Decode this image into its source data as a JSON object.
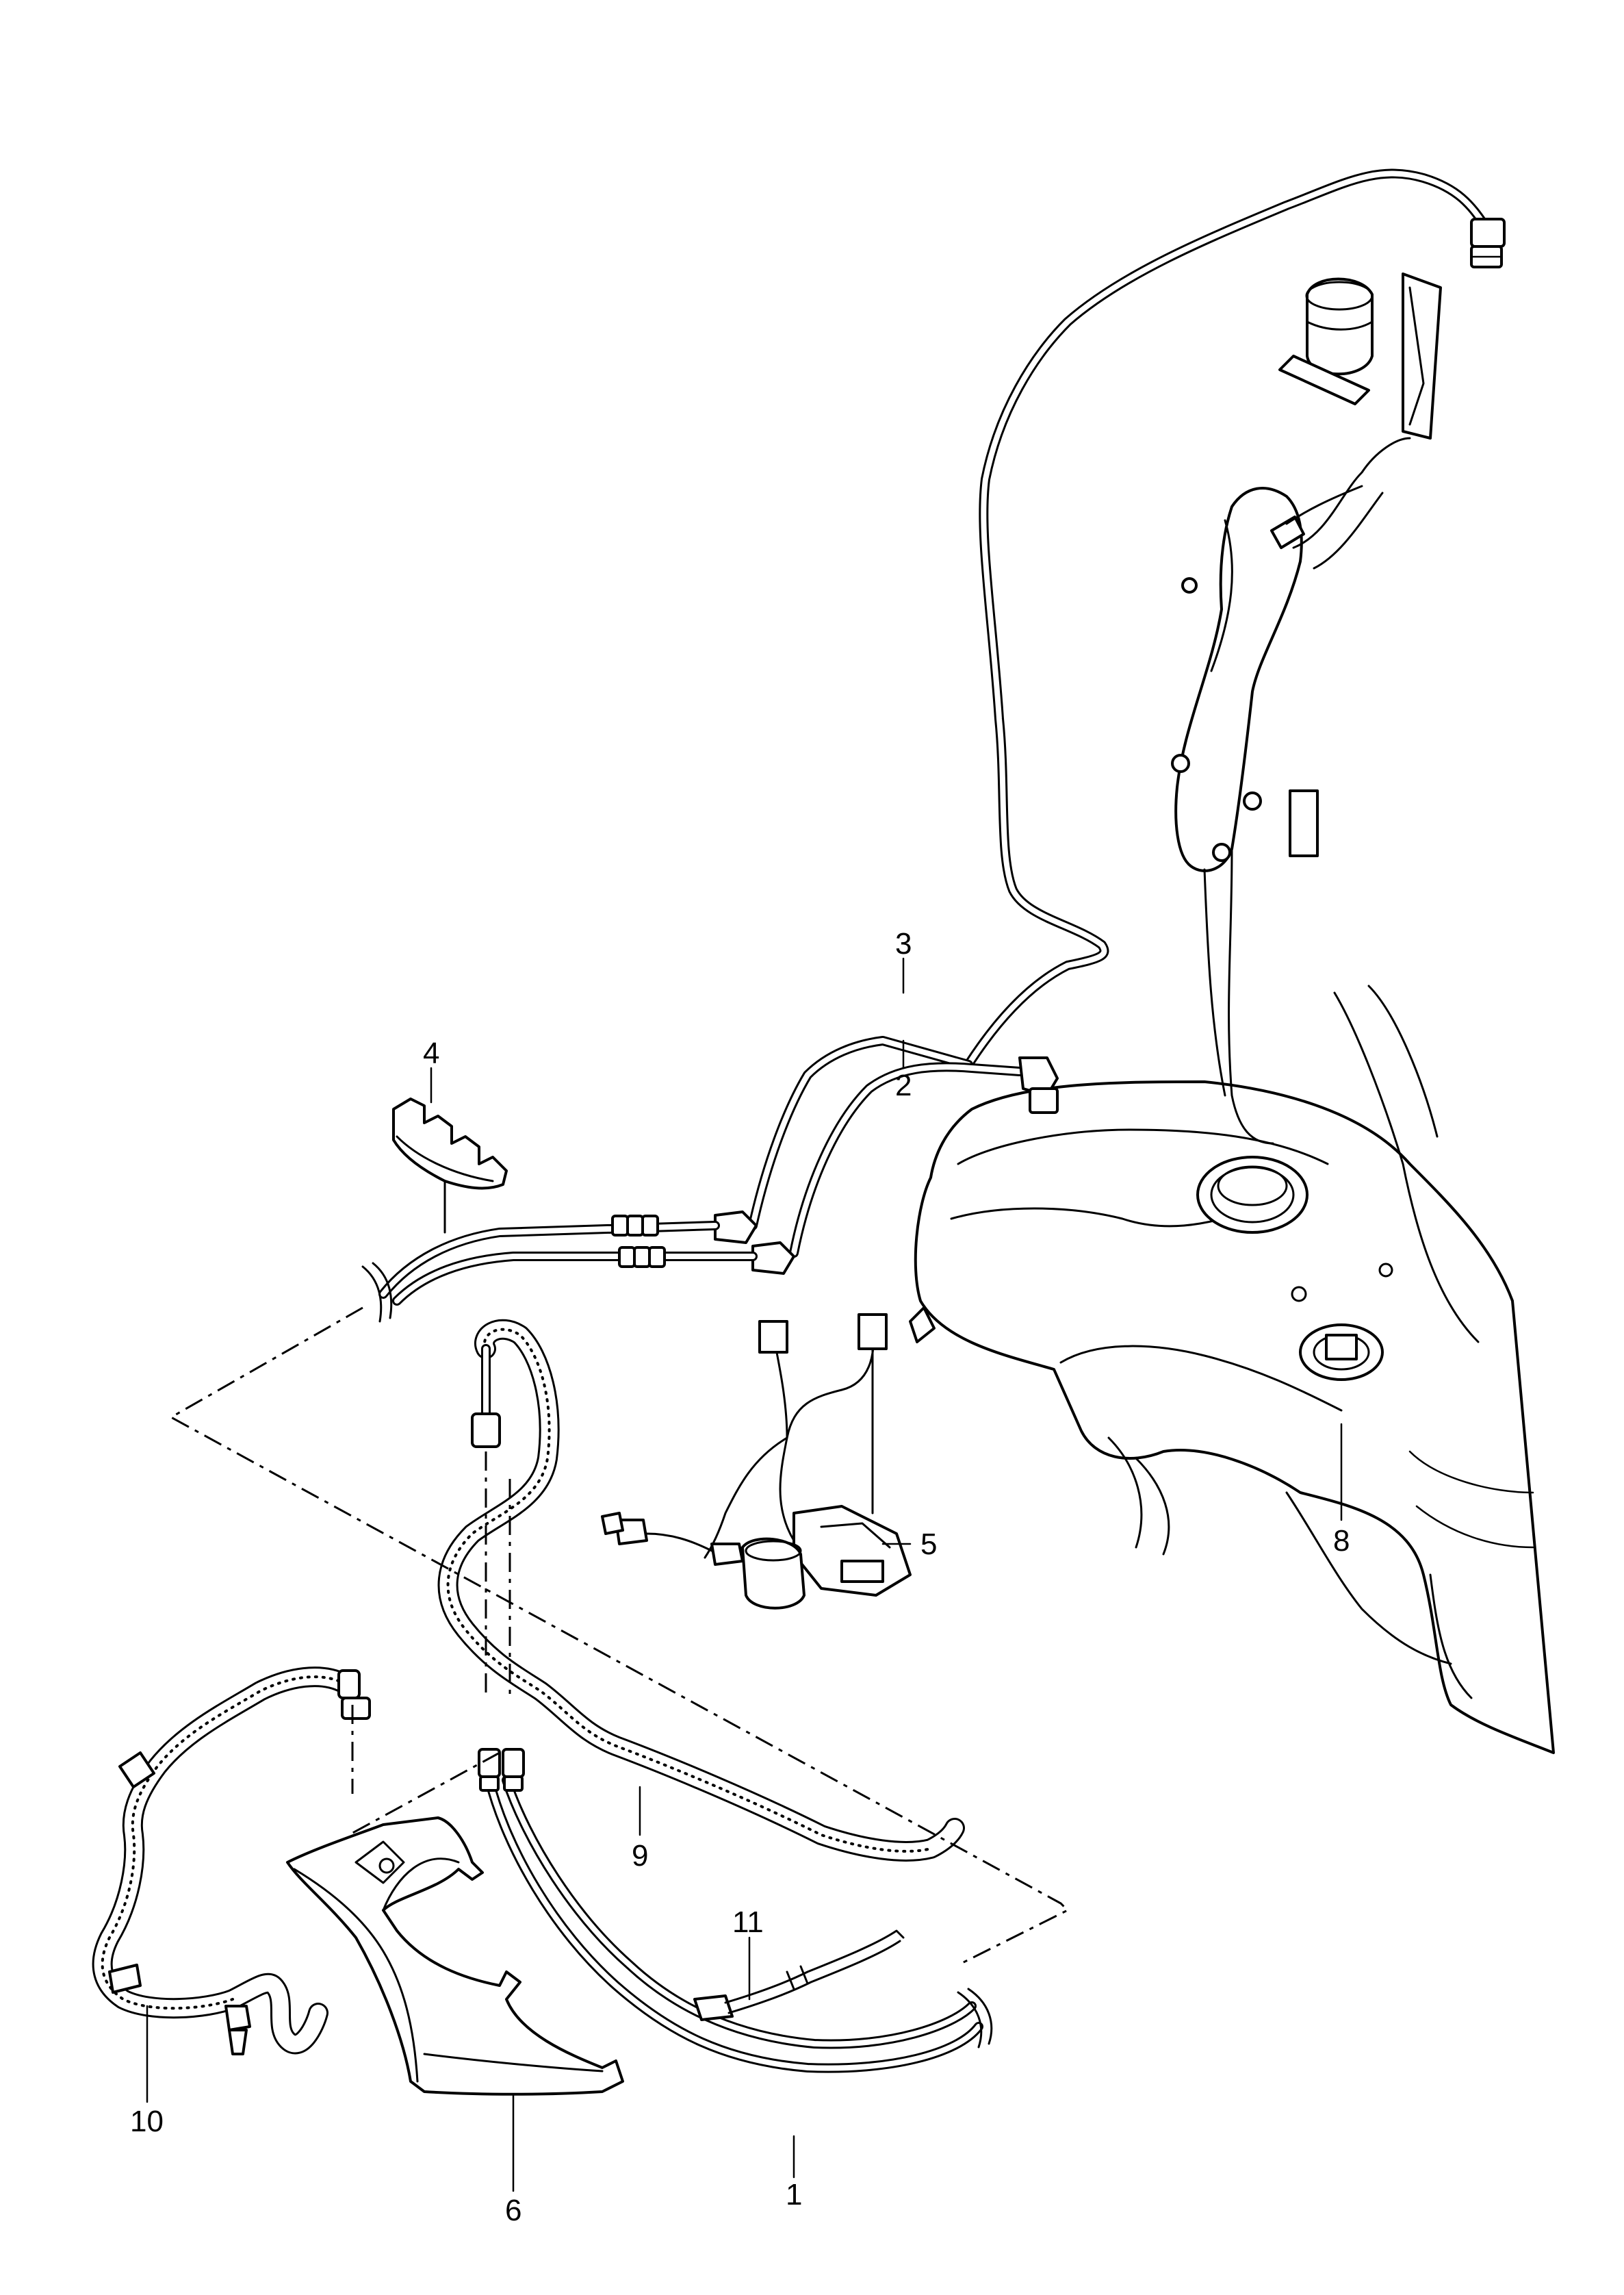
{
  "callouts": [
    {
      "id": "1",
      "text": "1"
    },
    {
      "id": "2",
      "text": "2"
    },
    {
      "id": "3",
      "text": "3"
    },
    {
      "id": "4",
      "text": "4"
    },
    {
      "id": "5",
      "text": "5"
    },
    {
      "id": "6",
      "text": "6"
    },
    {
      "id": "8",
      "text": "8"
    },
    {
      "id": "9",
      "text": "9"
    },
    {
      "id": "10",
      "text": "10"
    },
    {
      "id": "11",
      "text": "11"
    }
  ],
  "colors": {
    "line": "#000000",
    "background": "#ffffff"
  }
}
